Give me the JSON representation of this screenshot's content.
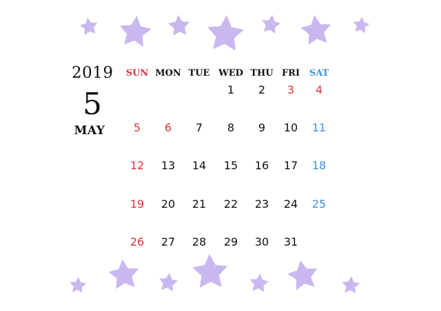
{
  "calendar": {
    "year": "2019",
    "month_number": "5",
    "month_name": "MAY",
    "weekdays": [
      "SUN",
      "MON",
      "TUE",
      "WED",
      "THU",
      "FRI",
      "SAT"
    ],
    "weeks": [
      [
        "",
        "",
        "",
        "1",
        "2",
        "3",
        "4"
      ],
      [
        "5",
        "6",
        "7",
        "8",
        "9",
        "10",
        "11"
      ],
      [
        "12",
        "13",
        "14",
        "15",
        "16",
        "17",
        "18"
      ],
      [
        "19",
        "20",
        "21",
        "22",
        "23",
        "24",
        "25"
      ],
      [
        "26",
        "27",
        "28",
        "29",
        "30",
        "31",
        ""
      ]
    ],
    "holidays": [
      "3",
      "4",
      "5",
      "6"
    ]
  },
  "colors": {
    "sunday": "#e0303a",
    "saturday": "#3a8fe0",
    "holiday": "#e0303a",
    "text": "#111111",
    "star": "#a886e8"
  },
  "decoration": {
    "icon": "star-icon"
  }
}
